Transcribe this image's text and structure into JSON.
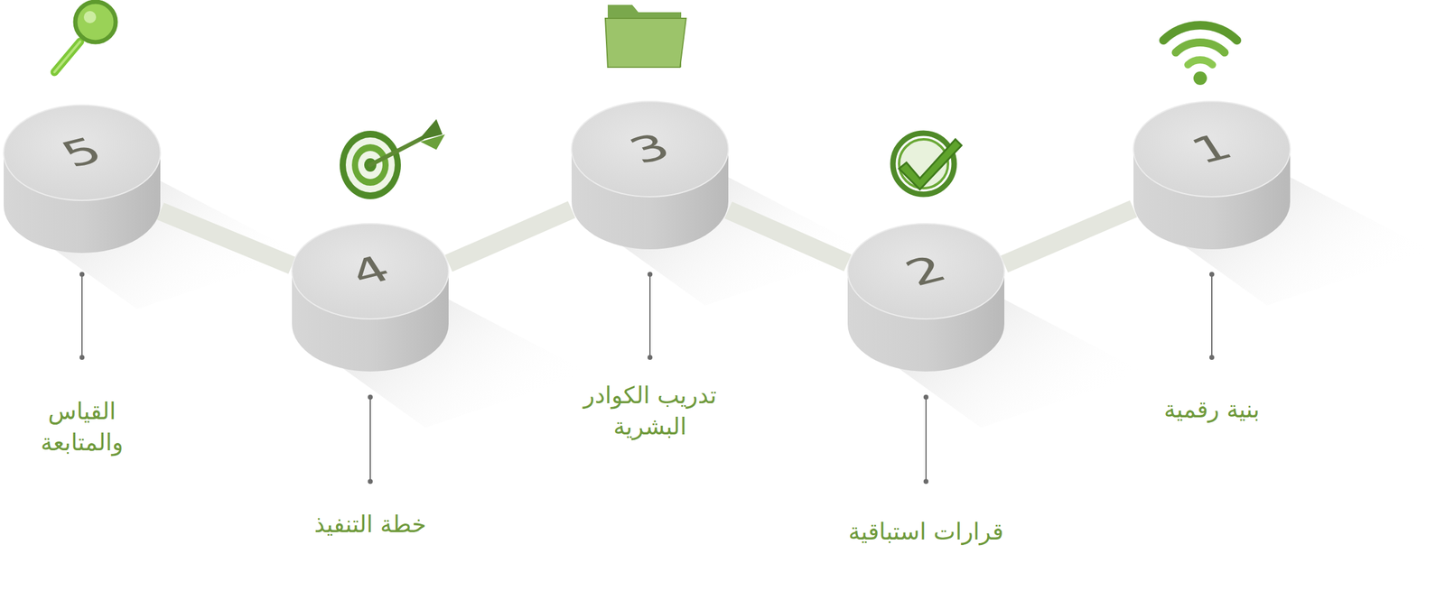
{
  "diagram": {
    "nodes": [
      {
        "text": [
          "1",
          "بنية رقمية"
        ]
      },
      {
        "text": [
          "2",
          "قرارات استباقية"
        ]
      },
      {
        "text": [
          "3",
          "تدريب الكوادر البشرية"
        ]
      },
      {
        "text": [
          "4",
          "خطة التنفيذ"
        ]
      },
      {
        "text": [
          "5",
          "القياس والمتابعة"
        ]
      }
    ],
    "edges": [
      {
        "from": 0,
        "to": 1,
        "arrow": "none"
      },
      {
        "from": 1,
        "to": 2,
        "arrow": "none"
      },
      {
        "from": 2,
        "to": 3,
        "arrow": "none"
      },
      {
        "from": 3,
        "to": 4,
        "arrow": "none"
      }
    ]
  }
}
